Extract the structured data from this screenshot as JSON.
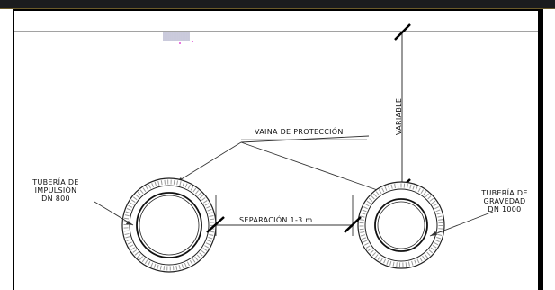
{
  "labels": {
    "casing": "VAINA DE PROTECCIÓN",
    "variable": "VARIABLE",
    "separation": "SEPARACIÓN 1-3 m",
    "left_pipe": [
      "TUBERÍA DE",
      "IMPULSIÓN",
      "DN 800"
    ],
    "right_pipe": [
      "TUBERÍA DE",
      "GRAVEDAD",
      "DN 1000"
    ]
  }
}
